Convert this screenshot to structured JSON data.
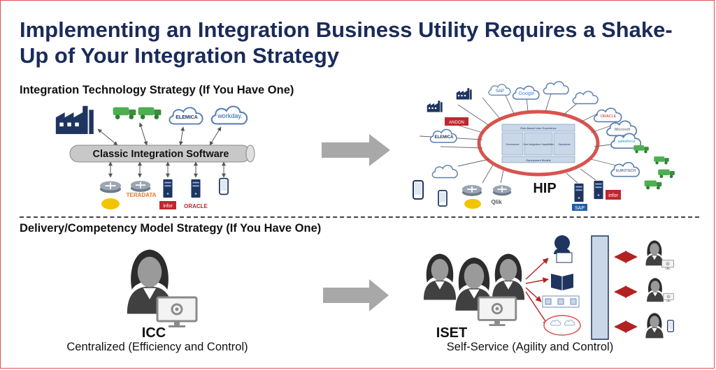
{
  "title": "Implementing an Integration Business Utility Requires a Shake-Up of Your Integration Strategy",
  "section1": {
    "heading": "Integration Technology Strategy (If You Have One)",
    "classic_bar": "Classic Integration Software",
    "clouds_left": [
      "ELEMICA",
      "workday."
    ],
    "left_vendors": [
      "TERADATA",
      "infor",
      "ORACLE"
    ],
    "hip_label": "HIP",
    "hip_boxes": [
      "Role-Based User Experience",
      "Governance",
      "Core Integration Capabilities",
      "Operations",
      "Deployment Models"
    ],
    "hip_vendors": [
      "Google",
      "SAP",
      "ELEMICA",
      "ORACLE",
      "Microsoft",
      "salesforce",
      "EUROTECH",
      "ANDON",
      "infor",
      "SAP",
      "Qlik"
    ]
  },
  "section2": {
    "heading": "Delivery/Competency Model Strategy (If You Have One)",
    "icc_label": "ICC",
    "icc_sub": "Centralized (Efficiency and Control)",
    "iset_label": "ISET",
    "iset_sub": "Self-Service (Agility and Control)"
  },
  "colors": {
    "title": "#1a2b5a",
    "hip_ring": "#d9534f",
    "arrow_red": "#b22222",
    "platform": "#c9d7e8"
  },
  "icons": [
    "factory-icon",
    "truck-icon",
    "cloud-icon",
    "server-icon",
    "phone-icon",
    "person-icon",
    "monitor-icon",
    "gear-icon",
    "headset-icon",
    "book-icon"
  ]
}
